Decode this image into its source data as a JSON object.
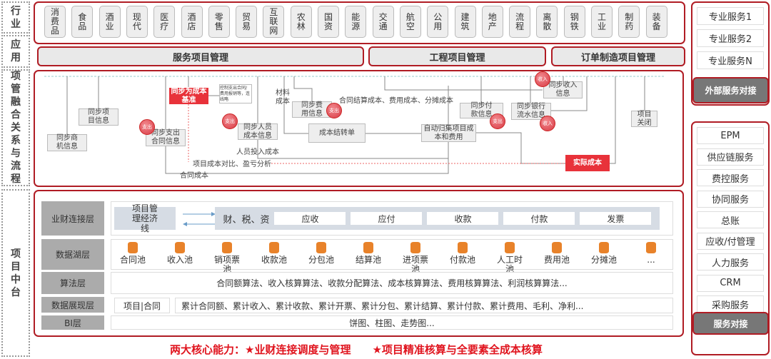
{
  "side_labels": {
    "industry": "行业",
    "app": "应用",
    "flow": "项管融合关系与流程",
    "platform": "项目中台"
  },
  "industries": [
    "消费品",
    "食品",
    "酒业",
    "现代",
    "医疗",
    "酒店",
    "零售",
    "贸易",
    "互联网",
    "农林",
    "国资",
    "能源",
    "交通",
    "航空",
    "公用",
    "建筑",
    "地产",
    "流程",
    "离散",
    "钢铁",
    "工业",
    "制药",
    "装备"
  ],
  "apps": [
    "服务项目管理",
    "工程项目管理",
    "订单制造项目管理"
  ],
  "external": {
    "items": [
      "专业服务1",
      "专业服务2",
      "专业服务N"
    ],
    "button": "外部服务对接"
  },
  "internal": {
    "items": [
      "EPM",
      "供应链服务",
      "费控服务",
      "协同服务",
      "总账",
      "应收/付管理",
      "人力服务",
      "CRM",
      "采购服务"
    ],
    "button": "服务对接"
  },
  "flow": {
    "base": "同步为成本基准",
    "note": "控制支出合同/费用报销等，连线略",
    "proj_info": "同步项目信息",
    "opp_info": "同步商机信息",
    "contract_info": "同步支出合同信息",
    "staff_info": "同步人员成本信息",
    "material": "材料成本",
    "expense_info": "同步费用信息",
    "carry": "成本结转单",
    "auto": "自动归集项目成本和费用",
    "pay_info": "同步付款信息",
    "bank_info": "同步银行流水信息",
    "income_info": "同步收入信息",
    "close": "项目关闭",
    "actual": "实际成本",
    "staff_cost": "人员投入成本",
    "compare": "项目成本对比、盈亏分析",
    "contract_cost": "合同成本",
    "settle": "合同结算成本、费用成本、分摊成本",
    "out": "支出",
    "in": "收入"
  },
  "layers": {
    "link": {
      "label": "业财连接层",
      "econ": "项目管理经济线",
      "fin": "财、税、资",
      "items": [
        "应收",
        "应付",
        "收款",
        "付款",
        "发票"
      ]
    },
    "lake": {
      "label": "数据湖层",
      "pools": [
        "合同池",
        "收入池",
        "销项票池",
        "收款池",
        "分包池",
        "结算池",
        "进项票池",
        "付款池",
        "人工时池",
        "费用池",
        "分摊池",
        "..."
      ]
    },
    "algo": {
      "label": "算法层",
      "text": "合同额算法、收入核算算法、收款分配算法、成本核算算法、费用核算算法、利润核算算法..."
    },
    "view": {
      "label": "数据展现层",
      "key": "项目|合同",
      "text": "累计合同额、累计收入、累计收款、累计开票、累计分包、累计结算、累计付款、累计费用、毛利、净利..."
    },
    "bi": {
      "label": "BI层",
      "text": "饼图、柱图、走势图..."
    }
  },
  "footer": {
    "title": "两大核心能力：",
    "cap1": "★业财连接调度与管理",
    "cap2": "★项目精准核算与全要素全成本核算"
  }
}
